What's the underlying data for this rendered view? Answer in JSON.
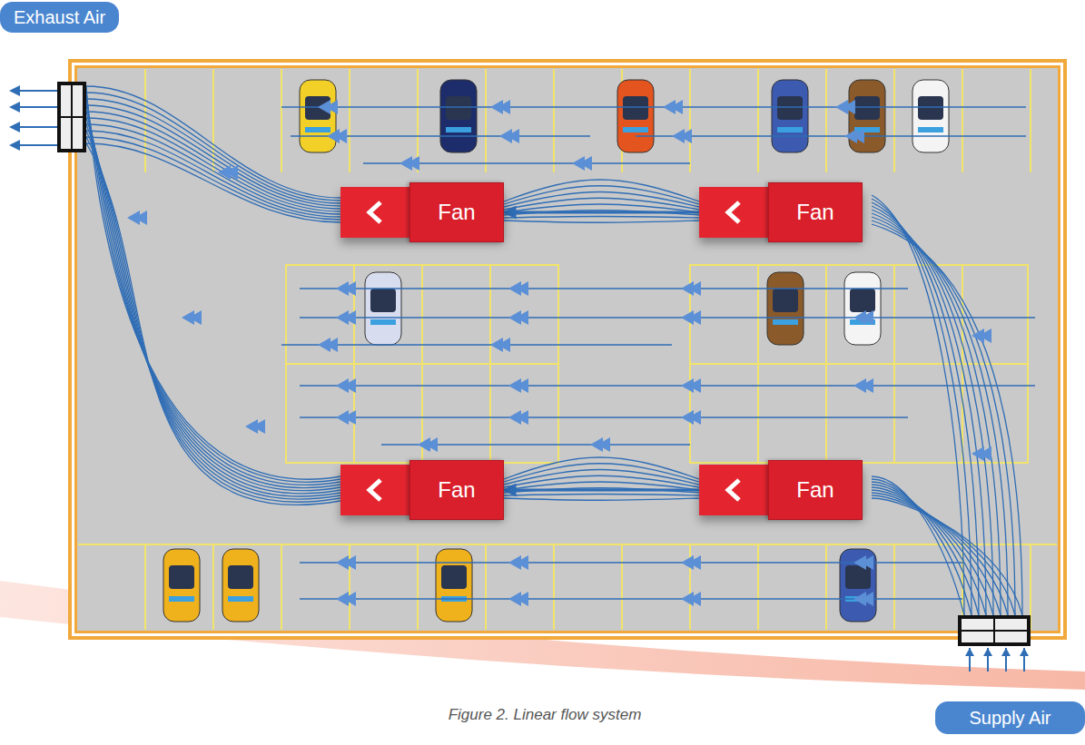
{
  "diagram": {
    "caption": "Figure 2. Linear flow system",
    "nodes": [
      {
        "text": [
          "Exhaust Air"
        ]
      },
      {
        "text": [
          "Fan"
        ]
      },
      {
        "text": [
          "Fan"
        ]
      },
      {
        "text": [
          "Fan"
        ]
      },
      {
        "text": [
          "Fan"
        ]
      },
      {
        "text": [
          "Supply Air"
        ]
      }
    ],
    "edges": [
      {
        "from": 2,
        "to": 1,
        "arrow": "to"
      },
      {
        "from": 4,
        "to": 3,
        "arrow": "to"
      }
    ]
  }
}
